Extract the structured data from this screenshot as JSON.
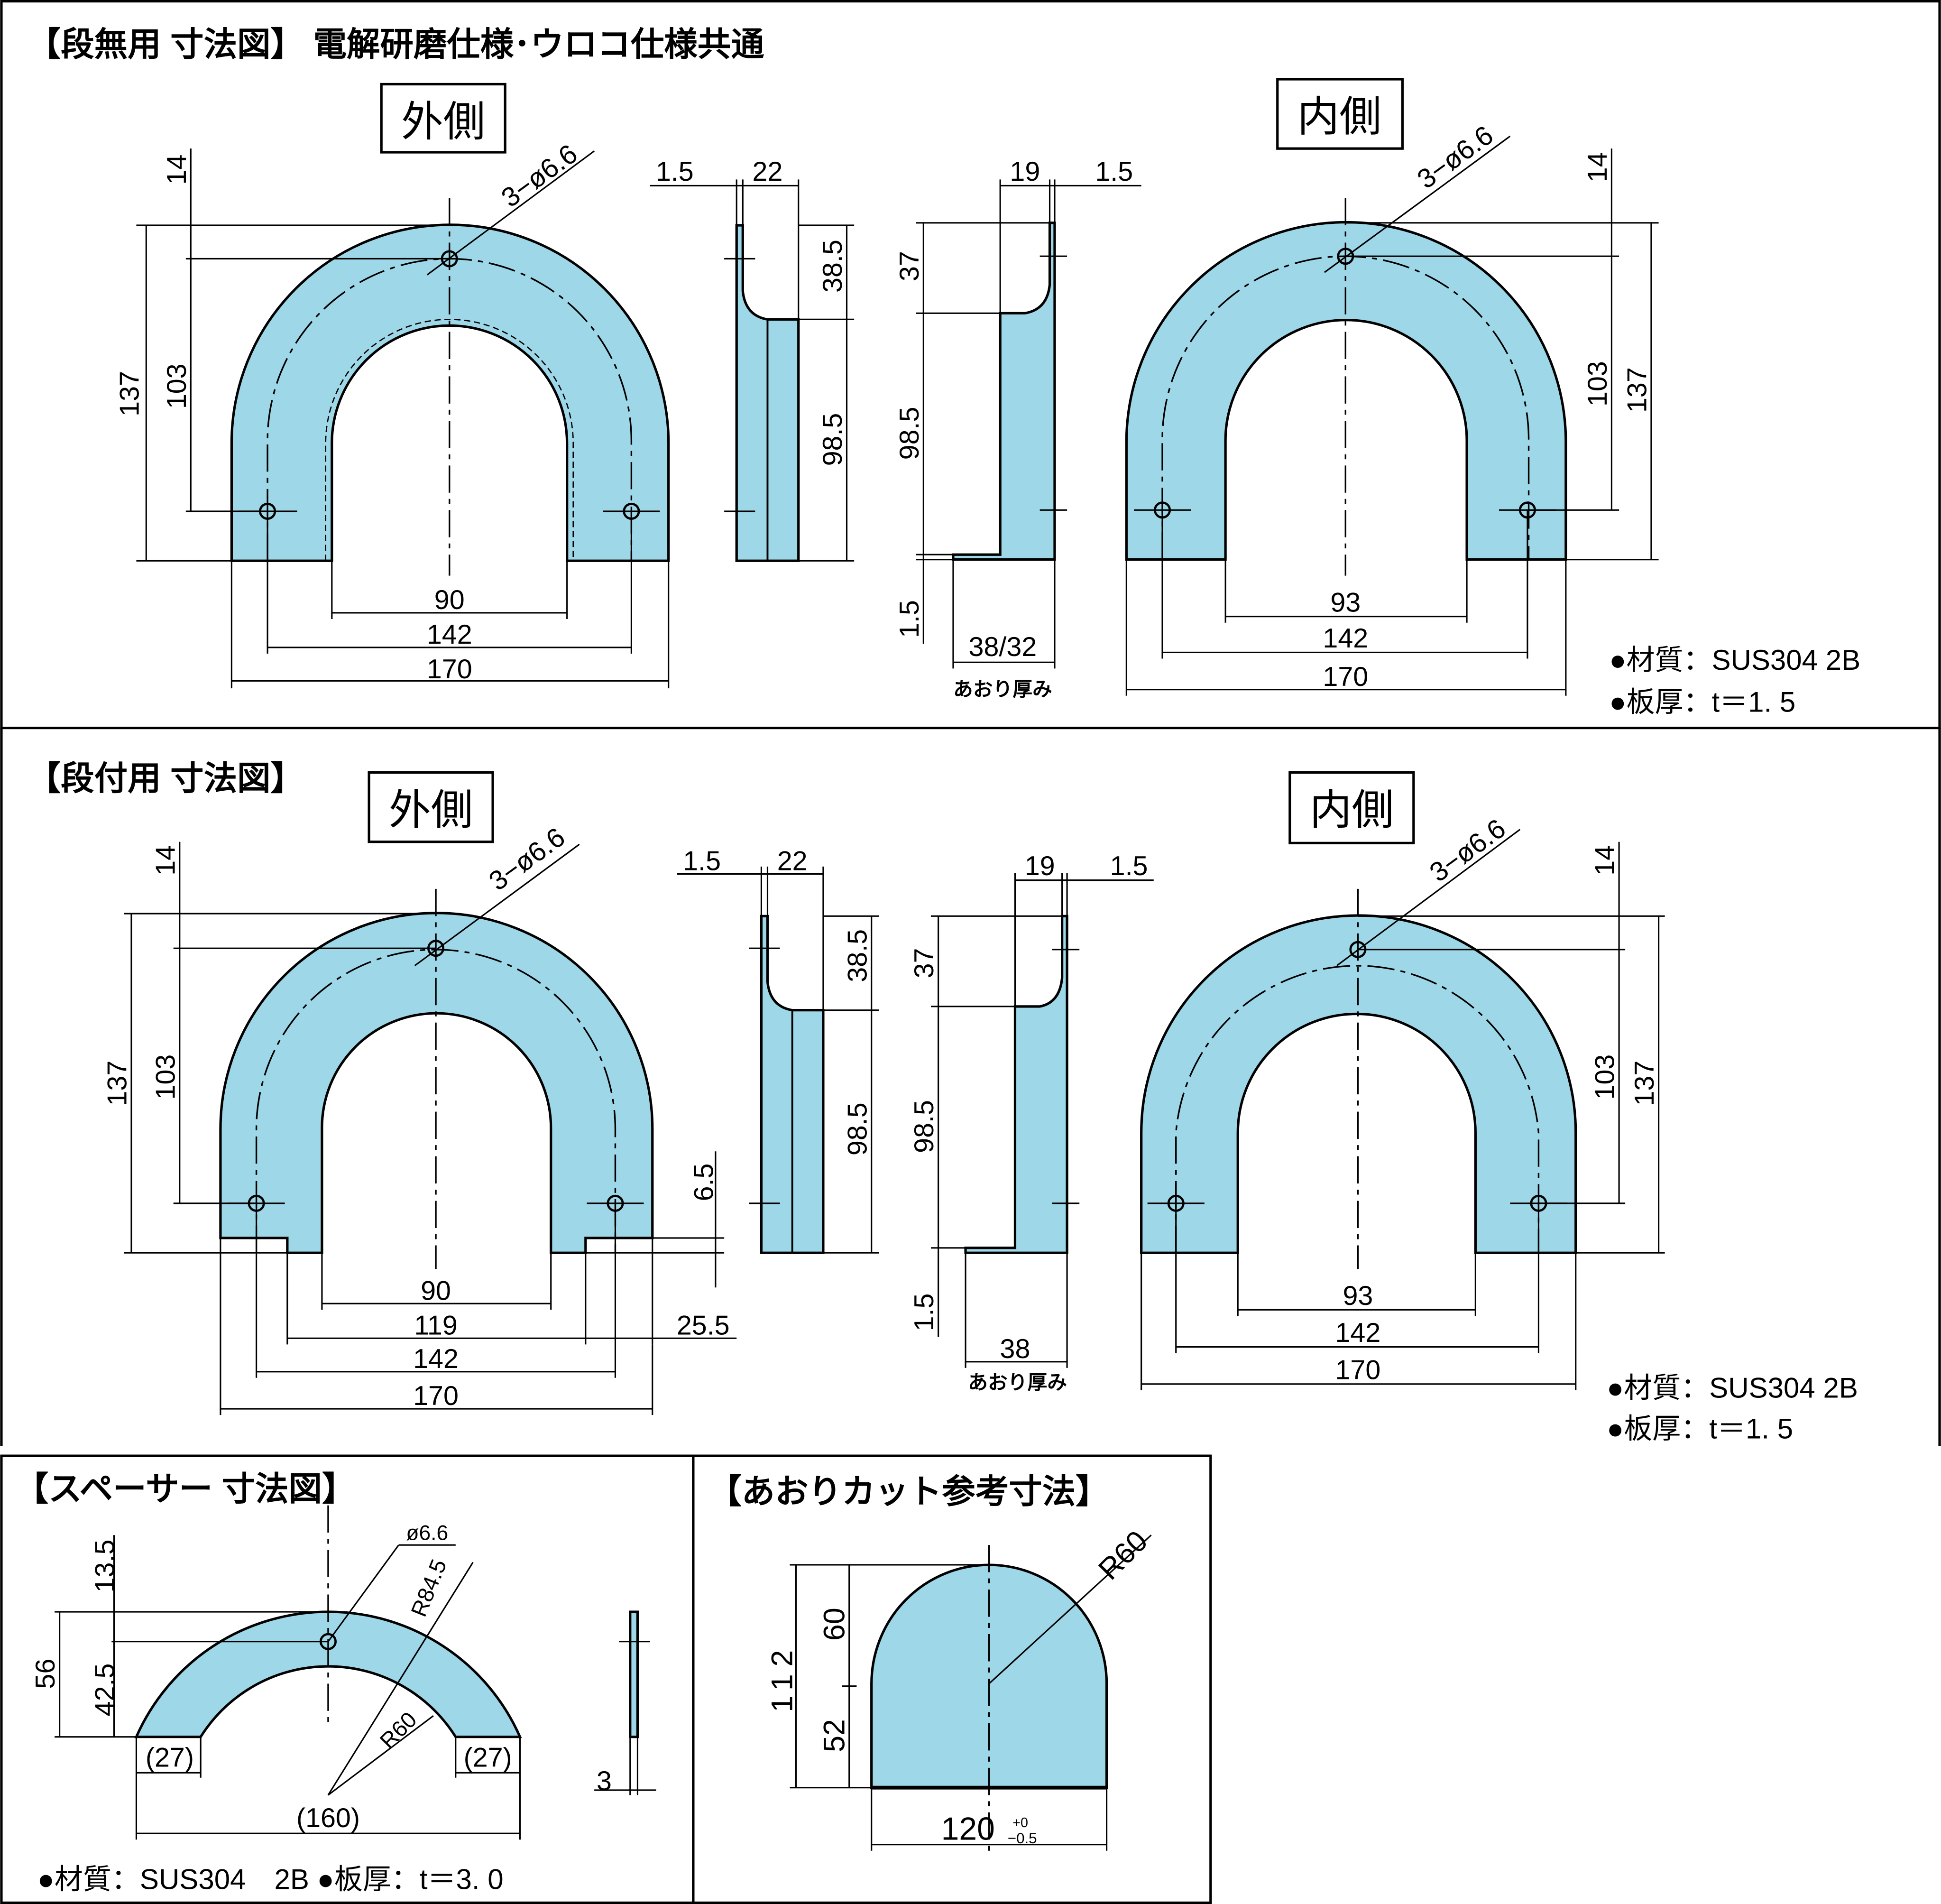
{
  "section1": {
    "title": "【段無用 寸法図】 電解研磨仕様･ウロコ仕様共通",
    "outer": {
      "label": "外側",
      "hole": "3−ø6.6",
      "d14": "14",
      "d137": "137",
      "d103": "103",
      "d90": "90",
      "d142": "142",
      "d170": "170"
    },
    "outer_side": {
      "d1_5": "1.5",
      "d22": "22",
      "d38_5": "38.5",
      "d98_5": "98.5"
    },
    "inner_side": {
      "d19": "19",
      "d1_5": "1.5",
      "d37": "37",
      "d98_5": "98.5",
      "d1_5b": "1.5",
      "thick": "38/32",
      "thick_label": "あおり厚み"
    },
    "inner": {
      "label": "内側",
      "hole": "3−ø6.6",
      "d14": "14",
      "d103": "103",
      "d137": "137",
      "d93": "93",
      "d142": "142",
      "d170": "170"
    },
    "material": "●材質：SUS304 2B",
    "thickness": "●板厚：t＝1. 5"
  },
  "section2": {
    "title": "【段付用 寸法図】",
    "outer": {
      "label": "外側",
      "hole": "3−ø6.6",
      "d14": "14",
      "d137": "137",
      "d103": "103",
      "d6_5": "6.5",
      "d90": "90",
      "d119": "119",
      "d25_5": "25.5",
      "d142": "142",
      "d170": "170"
    },
    "outer_side": {
      "d1_5": "1.5",
      "d22": "22",
      "d38_5": "38.5",
      "d98_5": "98.5"
    },
    "inner_side": {
      "d19": "19",
      "d1_5": "1.5",
      "d37": "37",
      "d98_5": "98.5",
      "d1_5b": "1.5",
      "thick": "38",
      "thick_label": "あおり厚み"
    },
    "inner": {
      "label": "内側",
      "hole": "3−ø6.6",
      "d14": "14",
      "d103": "103",
      "d137": "137",
      "d93": "93",
      "d142": "142",
      "d170": "170"
    },
    "material": "●材質：SUS304 2B",
    "thickness": "●板厚：t＝1. 5"
  },
  "spacer": {
    "title": "【スペーサー 寸法図】",
    "hole": "ø6.6",
    "d13_5": "13.5",
    "r84_5": "R84.5",
    "d56": "56",
    "d42_5": "42.5",
    "r60": "R60",
    "d27a": "(27)",
    "d27b": "(27)",
    "d160": "(160)",
    "d3": "3",
    "spec": "●材質：SUS304　2B ●板厚：t＝3. 0"
  },
  "aori": {
    "title": "【あおりカット参考寸法】",
    "r60": "R60",
    "d112": "112",
    "d60": "60",
    "d52": "52",
    "d120": "120",
    "tol_plus": "+0",
    "tol_minus": "−0.5"
  },
  "colors": {
    "part_fill": "#9ed8e8"
  }
}
